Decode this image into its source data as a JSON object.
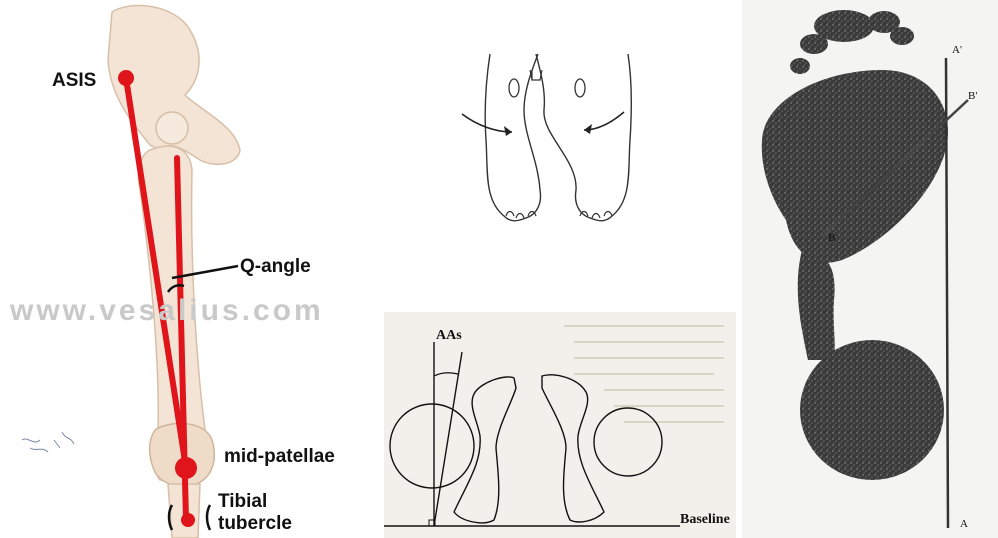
{
  "femur_diagram": {
    "watermark": "www.vesalius.com",
    "labels": {
      "asis": "ASIS",
      "q_angle": "Q-angle",
      "mid_patellae": "mid-patellae",
      "tibial": "Tibial",
      "tubercle": "tubercle"
    },
    "colors": {
      "line": "#e0141b",
      "bone": "#f3e4d6",
      "bone_shadow": "#dcc3ad"
    }
  },
  "aas_diagram": {
    "labels": {
      "aas": "AAs",
      "baseline": "Baseline"
    }
  },
  "footprint_diagram": {
    "labels": {
      "a_prime": "A'",
      "b_prime": "B'",
      "b": "B",
      "a": "A"
    }
  }
}
